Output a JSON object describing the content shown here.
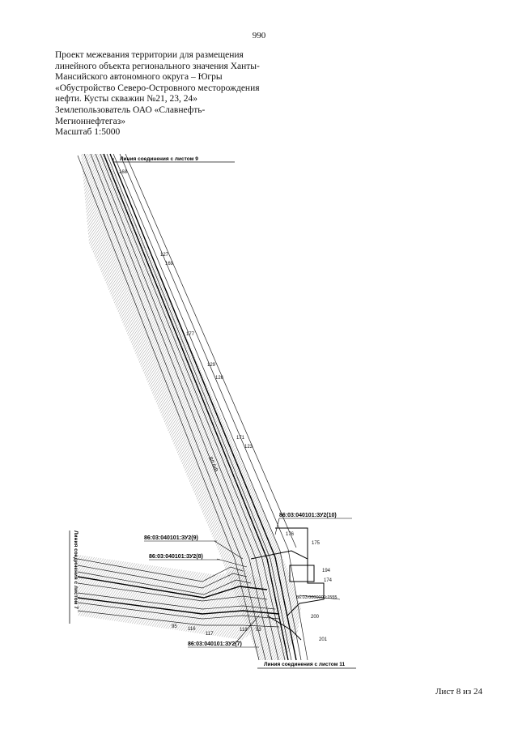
{
  "page_number": "990",
  "header": {
    "lines": [
      "Проект межевания территории для размещения",
      "линейного объекта регионального значения Ханты-",
      "Мансийского автономного округа – Югры",
      "«Обустройство Северо-Островного месторождения",
      "нефти. Кусты скважин №21, 23, 24»",
      "Землепользователь ОАО «Славнефть-",
      "Мегионнефтегаз»",
      "Масштаб 1:5000"
    ]
  },
  "map": {
    "connection_labels": {
      "top": "Линия соединения с листом 9",
      "left": "Линия соединения с листом 7",
      "bottom": "Линия соединения с листом 11"
    },
    "parcels": {
      "p10": "86:03:040101:ЗУ2(10)",
      "p9": "86:03:040101:ЗУ2(9)",
      "p8": "86:03:040101:ЗУ2(8)",
      "p7": "86:03:040101:ЗУ2(7)",
      "existing": "86:03:0000000:1555"
    },
    "points": {
      "n168": "168",
      "n127": "127",
      "n169": "169",
      "n177": "177",
      "n129": "129",
      "n126": "126",
      "n171": "171",
      "n123": "123",
      "n176": "176",
      "n175": "175",
      "n194": "194",
      "n174": "174",
      "n95": "95",
      "n116": "116",
      "n117": "117",
      "n118": "118",
      "n93": "93",
      "n200": "200",
      "n201": "201"
    },
    "road_label": "ВЛ 6кВ"
  },
  "footer": {
    "sheet": "Лист 8 из 24"
  }
}
